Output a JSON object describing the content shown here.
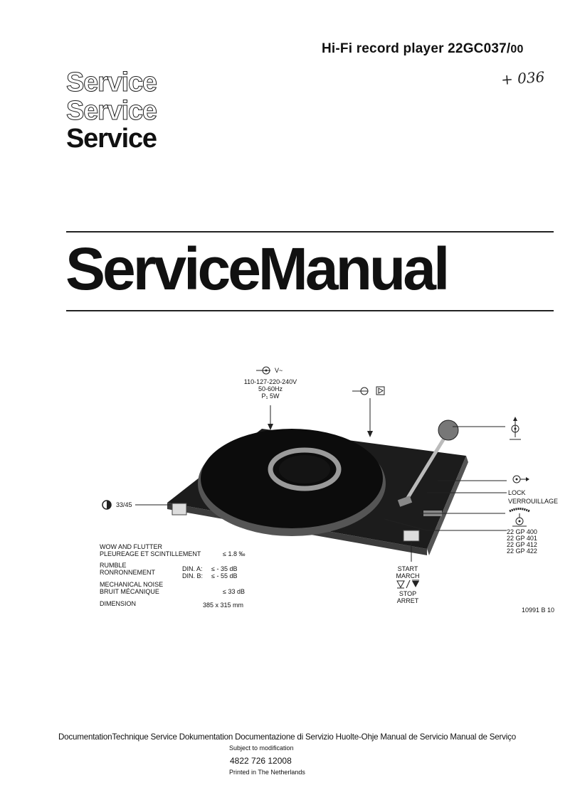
{
  "header": {
    "title": "Hi-Fi record player 22GC037/",
    "title_suffix": "00",
    "handwritten_note": "+ 036"
  },
  "service_logo": {
    "line1": "Service",
    "line2": "Service",
    "line3": "Service"
  },
  "main_title": "ServiceManual",
  "diagram": {
    "power_icon": "mains-input-symbol",
    "power_voltage_symbol": "V~",
    "power_voltages": "110-127-220-240V",
    "power_frequency": "50-60Hz",
    "power_rating": "P₁ 5W",
    "output_icon": "signal-output-symbol",
    "tonearm_height_icon": "height-adjust-symbol",
    "pressure_icon": "stylus-pressure-symbol",
    "lock_label": "LOCK",
    "lock_label_fr": "VERROUILLAGE",
    "speed_label": "33/45",
    "cartridges": [
      "22 GP 400",
      "22 GP 401",
      "22 GP 412",
      "22 GP 422"
    ],
    "start_label": "START",
    "start_label_fr": "MARCH",
    "stop_label": "STOP",
    "stop_label_fr": "ARRET",
    "figure_code": "10991 B 10"
  },
  "specs": [
    {
      "label_en": "WOW AND FLUTTER",
      "label_fr": "PLEUREAGE ET SCINTILLEMENT",
      "condition": "",
      "value": "≤ 1.8 ‰"
    },
    {
      "label_en": "RUMBLE",
      "label_fr": "RONRONNEMENT",
      "condition": "DIN. A:",
      "value": "≤ - 35 dB",
      "condition2": "DIN. B:",
      "value2": "≤ - 55 dB"
    },
    {
      "label_en": "MECHANICAL NOISE",
      "label_fr": "BRUIT MÉCANIQUE",
      "condition": "",
      "value": "≤ 33 dB"
    },
    {
      "label_en": "DIMENSION",
      "label_fr": "",
      "condition": "",
      "value": "385 x 315 mm"
    }
  ],
  "footer": {
    "languages": "DocumentationTechnique Service Dokumentation Documentazione di Servizio Huolte-Ohje Manual de Servicio Manual de Serviço",
    "subject": "Subject to modification",
    "part_number": "4822 726 12008",
    "printed": "Printed in The Netherlands"
  }
}
